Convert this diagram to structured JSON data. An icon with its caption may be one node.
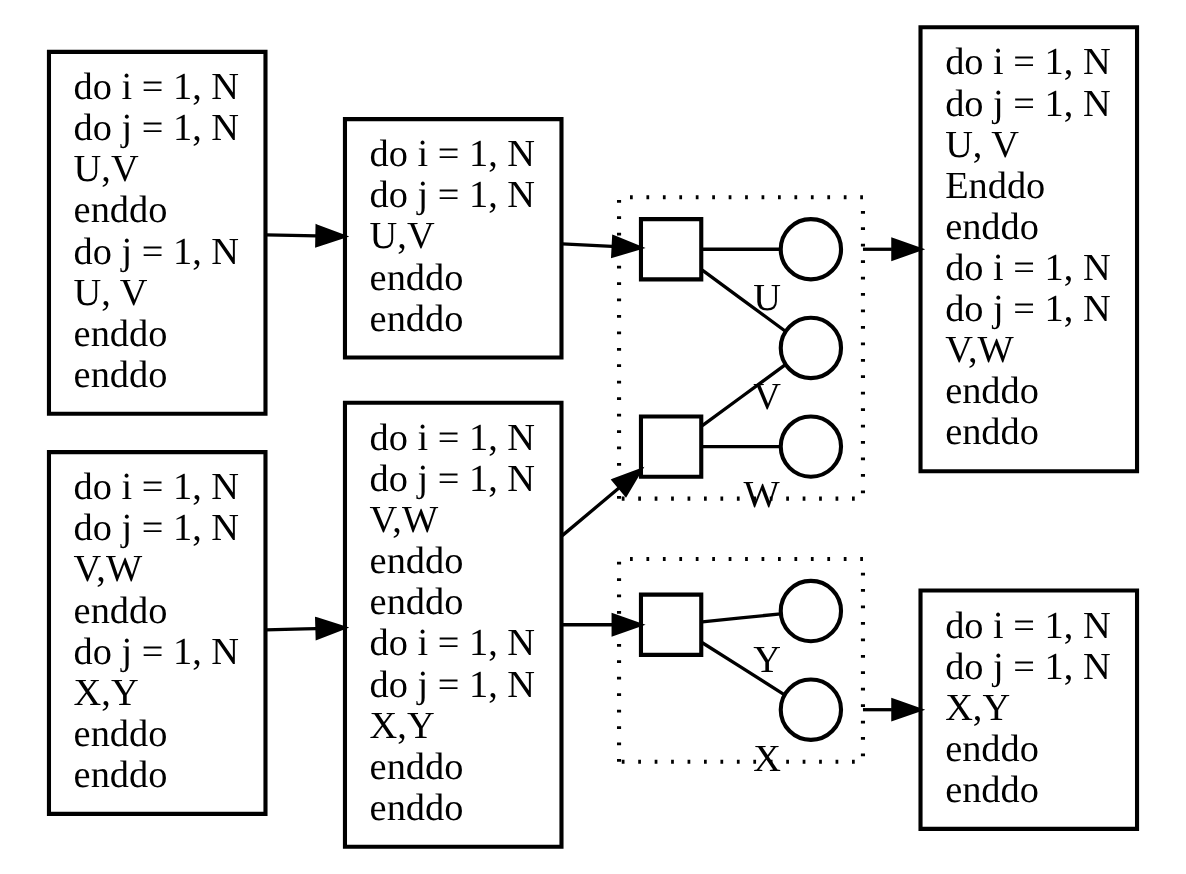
{
  "diagram": {
    "nodes": [
      {
        "text": [
          "do i = 1, N",
          "do j = 1, N",
          "U,V",
          "enddo",
          "do j = 1, N",
          "U, V",
          "enddo",
          "enddo"
        ]
      },
      {
        "text": [
          "do i = 1, N",
          "do j = 1, N",
          "V,W",
          "enddo",
          "do j = 1, N",
          "X,Y",
          "enddo",
          "enddo"
        ]
      },
      {
        "text": [
          "do i = 1, N",
          "do j = 1, N",
          "U,V",
          "enddo",
          "enddo"
        ]
      },
      {
        "text": [
          "do i = 1, N",
          "do j = 1, N",
          "V,W",
          "enddo",
          "enddo",
          "do i = 1, N",
          "do j = 1, N",
          "X,Y",
          "enddo",
          "enddo"
        ]
      },
      {
        "text": [],
        "shape": "box"
      },
      {
        "text": [],
        "shape": "box",
        "in": 4
      },
      {
        "text": [],
        "shape": "box",
        "in": 4
      },
      {
        "text": [],
        "shape": "circle",
        "in": 4,
        "beside": [
          "U"
        ]
      },
      {
        "text": [],
        "shape": "circle",
        "in": 4,
        "beside": [
          "V"
        ]
      },
      {
        "text": [],
        "shape": "circle",
        "in": 4,
        "beside": [
          "W"
        ]
      },
      {
        "text": [],
        "shape": "box"
      },
      {
        "text": [],
        "shape": "box",
        "in": 10
      },
      {
        "text": [],
        "shape": "circle",
        "in": 10,
        "beside": [
          "X"
        ]
      },
      {
        "text": [],
        "shape": "circle",
        "in": 10,
        "beside": [
          "Y"
        ]
      },
      {
        "text": [
          "do i = 1, N",
          "do j = 1, N",
          "U, V",
          "Enddo",
          "enddo",
          "do i = 1, N",
          "do j = 1, N",
          "V,W",
          "enddo",
          "enddo"
        ]
      },
      {
        "text": [
          "do i = 1, N",
          "do j = 1, N",
          "X,Y",
          "enddo",
          "enddo"
        ]
      }
    ],
    "edges": [
      {
        "from": 0,
        "to": 2,
        "arrow": "to"
      },
      {
        "from": 1,
        "to": 3,
        "arrow": "to"
      },
      {
        "from": 2,
        "to": 5,
        "arrow": "to"
      },
      {
        "from": 3,
        "to": 6,
        "arrow": "to"
      },
      {
        "from": 3,
        "to": 11,
        "arrow": "to"
      },
      {
        "from": 5,
        "to": 7,
        "arrow": "none"
      },
      {
        "from": 5,
        "to": 8,
        "arrow": "none"
      },
      {
        "from": 6,
        "to": 8,
        "arrow": "none"
      },
      {
        "from": 6,
        "to": 9,
        "arrow": "none"
      },
      {
        "from": 11,
        "to": 12,
        "arrow": "none"
      },
      {
        "from": 11,
        "to": 13,
        "arrow": "none"
      },
      {
        "from": 4,
        "to": 14,
        "arrow": "to"
      },
      {
        "from": 10,
        "to": 15,
        "arrow": "to"
      }
    ]
  }
}
